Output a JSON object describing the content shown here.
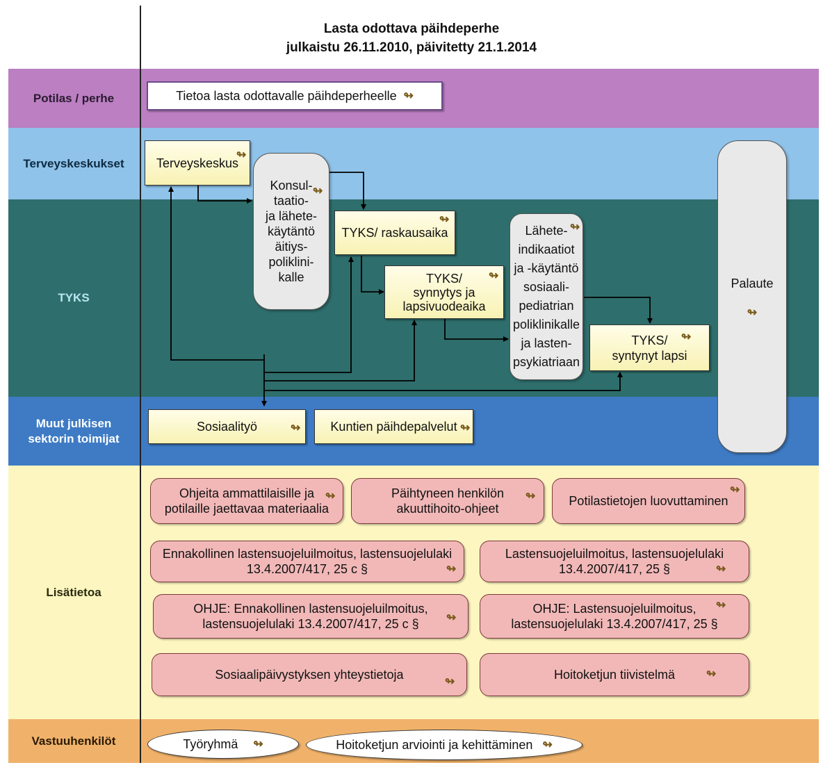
{
  "title": {
    "line1": "Lasta odottava päihdeperhe",
    "line2": "julkaistu 26.11.2010, päivitetty 21.1.2014"
  },
  "lanes": {
    "potilas": "Potilas / perhe",
    "terveyskeskukset": "Terveyskeskukset",
    "tyks": "TYKS",
    "muut": "Muut julkisen sektorin toimijat",
    "lisatietoa": "Lisätietoa",
    "vastuuhenkilot": "Vastuuhenkilöt"
  },
  "colors": {
    "potilas": "#bb7fc2",
    "terveyskeskukset": "#8fc3ea",
    "tyks": "#2e6e6c",
    "tyks_label": "#b8e6f0",
    "muut": "#3e7bc4",
    "muut_label": "#ffffff",
    "lisatietoa": "#fdf6c0",
    "vastuuhenkilot": "#f0b26a"
  },
  "link_icon": "link-arrow-icon",
  "link_glyph": "↬",
  "nodes": {
    "tietoa": "Tietoa lasta odottavalle päihdeperheelle",
    "terveyskeskus": "Terveyskeskus",
    "konsultaatio": [
      "Konsul-",
      "taatio-",
      "ja lähete-",
      "käytäntö",
      "äitiys-",
      "poliklini-",
      "kalle"
    ],
    "raskausaika": "TYKS/ raskausaika",
    "synnytys": [
      "TYKS/",
      "synnytys ja",
      "lapsivuodeaika"
    ],
    "lahete": [
      "Lähete-",
      "indikaatiot",
      "ja -käytäntö",
      "sosiaali-",
      "pediatrian",
      "poliklinikalle",
      "ja lasten-",
      "psykiatriaan"
    ],
    "syntyneet": [
      "TYKS/",
      "syntynyt lapsi"
    ],
    "palaute": "Palaute",
    "sosiaalityo": "Sosiaalityö",
    "kuntien": "Kuntien päihdepalvelut"
  },
  "lisatietoa_items": {
    "ohjeita": [
      "Ohjeita ammattilaisille ja",
      "potilaille jaettavaa materiaalia"
    ],
    "paihtyneen": [
      "Päihtyneen henkilön",
      "akuuttihoito-ohjeet"
    ],
    "potilastietojen": "Potilastietojen luovuttaminen",
    "ennakollinen": [
      "Ennakollinen lastensuojeluilmoitus, lastensuojelulaki",
      "13.4.2007/417, 25 c §"
    ],
    "lastensuojeluilmoitus": [
      "Lastensuojeluilmoitus, lastensuojelulaki",
      "13.4.2007/417, 25 §"
    ],
    "ohje_ennakollinen": [
      "OHJE: Ennakollinen lastensuojeluilmoitus,",
      "lastensuojelulaki 13.4.2007/417, 25 c §"
    ],
    "ohje_lastensuojelu": [
      "OHJE: Lastensuojeluilmoitus,",
      "lastensuojelulaki 13.4.2007/417, 25 §"
    ],
    "sosiaalipaivystys": "Sosiaalipäivystyksen yhteystietoja",
    "hoitoketjun_tiivistelma": "Hoitoketjun tiivistelmä"
  },
  "vastuu_items": {
    "tyoryhma": "Työryhmä",
    "arviointi": "Hoitoketjun arviointi ja kehittäminen"
  }
}
